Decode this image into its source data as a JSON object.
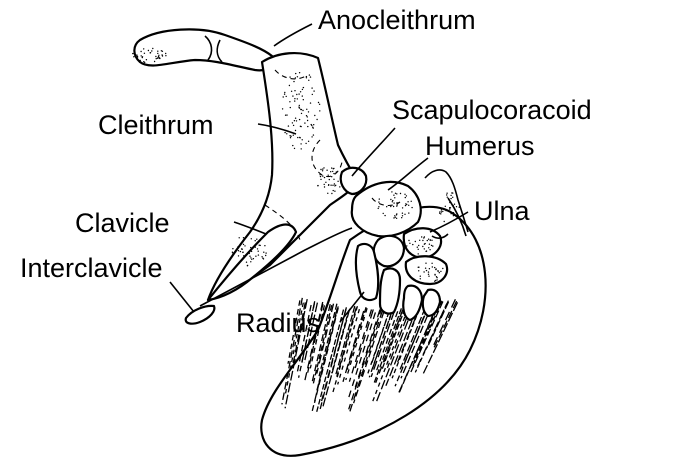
{
  "labels": {
    "anocleithrum": "Anocleithrum",
    "cleithrum": "Cleithrum",
    "scapulocoracoid": "Scapulocoracoid",
    "humerus": "Humerus",
    "ulna": "Ulna",
    "clavicle": "Clavicle",
    "interclavicle": "Interclavicle",
    "radius": "Radius"
  },
  "colors": {
    "ink": "#000000",
    "paper": "#ffffff"
  }
}
